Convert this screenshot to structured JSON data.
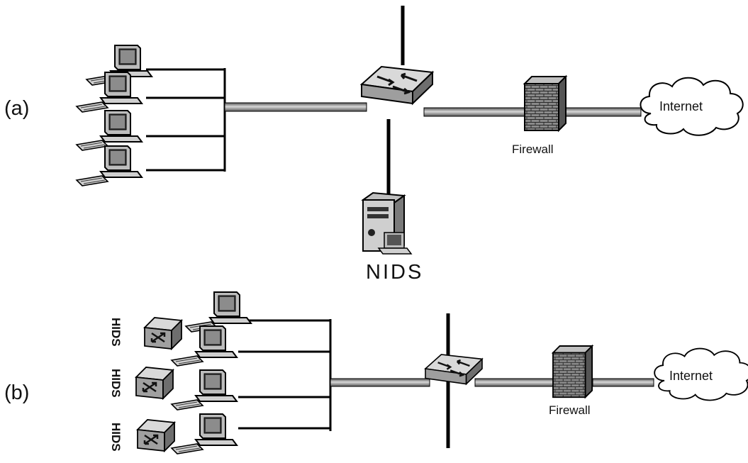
{
  "diagram_a": {
    "panel_label": "(a)",
    "firewall_label": "Firewall",
    "internet_label": "Internet",
    "nids_label": "NIDS"
  },
  "diagram_b": {
    "panel_label": "(b)",
    "firewall_label": "Firewall",
    "internet_label": "Internet",
    "hids_labels": [
      "HIDS",
      "HIDS",
      "HIDS"
    ]
  }
}
